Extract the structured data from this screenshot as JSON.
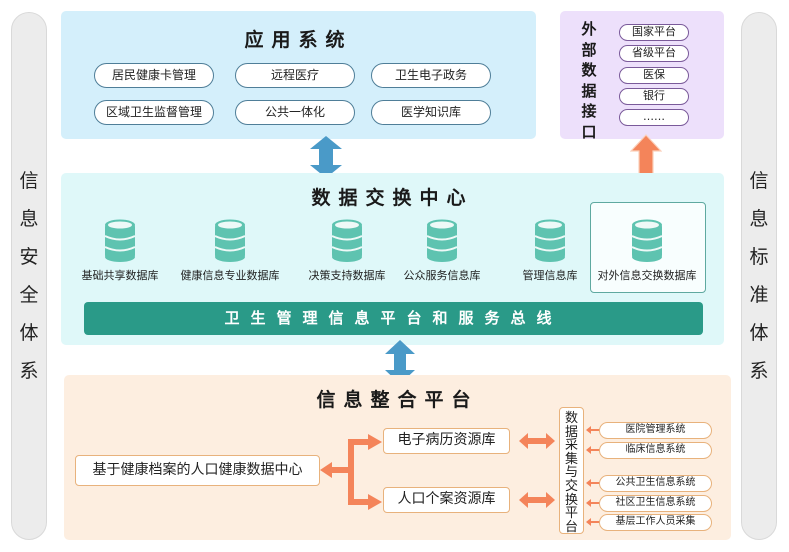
{
  "left_pillar": {
    "chars": [
      "信",
      "息",
      "安",
      "全",
      "体",
      "系"
    ],
    "label": "信息安全体系"
  },
  "right_pillar": {
    "chars": [
      "信",
      "息",
      "标",
      "准",
      "体",
      "系"
    ],
    "label": "信息标准体系"
  },
  "application_system": {
    "title": "应用系统",
    "items": [
      "居民健康卡管理",
      "远程医疗",
      "卫生电子政务",
      "区域卫生监督管理",
      "公共一体化",
      "医学知识库"
    ]
  },
  "external_interface": {
    "title": "外部数据接口",
    "title_chars": [
      "外",
      "部",
      "数",
      "据",
      "接",
      "口"
    ],
    "items": [
      "国家平台",
      "省级平台",
      "医保",
      "银行",
      "……"
    ]
  },
  "data_exchange_center": {
    "title": "数据交换中心",
    "databases": [
      "基础共享数据库",
      "健康信息专业数据库",
      "决策支持数据库",
      "公众服务信息库",
      "管理信息库",
      "对外信息交换数据库"
    ],
    "bus_label": "卫生管理信息平台和服务总线"
  },
  "integration_platform": {
    "title": "信息整合平台",
    "data_center": "基于健康档案的人口健康数据中心",
    "resource_libs": [
      "电子病历资源库",
      "人口个案资源库"
    ],
    "collection_platform": "数据采集与交换平台",
    "collection_chars": [
      "数",
      "据",
      "采",
      "集",
      "与",
      "交",
      "换",
      "平",
      "台"
    ],
    "sources": [
      "医院管理系统",
      "临床信息系统",
      "公共卫生信息系统",
      "社区卫生信息系统",
      "基层工作人员采集"
    ]
  },
  "colors": {
    "app_bg": "#d4effb",
    "ext_bg": "#ede0fb",
    "exchange_bg": "#dff8f9",
    "integration_bg": "#fdeee0",
    "bus": "#2a9a88",
    "db_icon": "#5ec3b0",
    "blue_arrow": "#4a9ac8",
    "orange_arrow": "#f4845a"
  }
}
